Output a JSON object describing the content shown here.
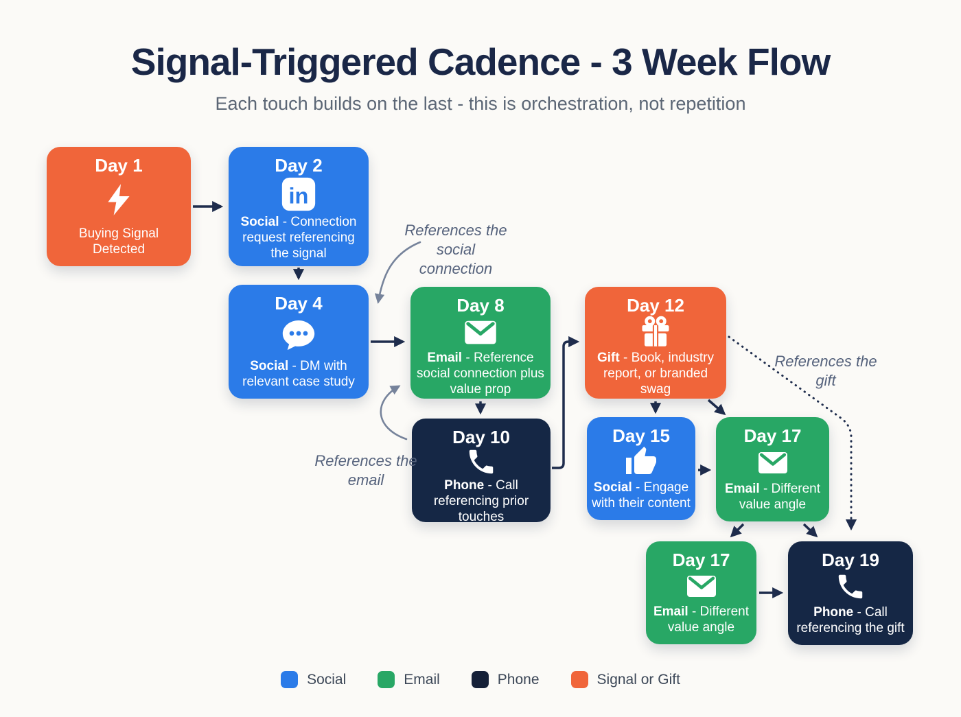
{
  "title": "Signal-Triggered Cadence - 3 Week Flow",
  "subtitle": "Each touch builds on the last - this is orchestration, not repetition",
  "colors": {
    "social": "#2b7be8",
    "email": "#28a765",
    "phone": "#152745",
    "signal_or_gift": "#f0653a",
    "arrow": "#1f2d4d",
    "annotation_text": "#55627c",
    "background": "#fbfaf7"
  },
  "nodes": [
    {
      "day": "Day 1",
      "icon": "bolt-icon",
      "channel": "",
      "desc": "Buying Signal Detected",
      "type": "signal"
    },
    {
      "day": "Day 2",
      "icon": "linkedin-icon",
      "channel": "Social",
      "desc": " - Connection request referencing the signal",
      "type": "social"
    },
    {
      "day": "Day 4",
      "icon": "chat-bubble-icon",
      "channel": "Social",
      "desc": " - DM with relevant case study",
      "type": "social"
    },
    {
      "day": "Day 8",
      "icon": "envelope-icon",
      "channel": "Email",
      "desc": " - Reference social connection plus value prop",
      "type": "email"
    },
    {
      "day": "Day 10",
      "icon": "phone-icon",
      "channel": "Phone",
      "desc": " - Call referencing prior touches",
      "type": "phone"
    },
    {
      "day": "Day 12",
      "icon": "gift-icon",
      "channel": "Gift",
      "desc": " - Book, industry report, or branded swag",
      "type": "signal"
    },
    {
      "day": "Day 15",
      "icon": "thumbs-up-icon",
      "channel": "Social",
      "desc": " - Engage with their content",
      "type": "social"
    },
    {
      "day": "Day 17",
      "icon": "envelope-icon",
      "channel": "Email",
      "desc": " - Different value angle",
      "type": "email"
    },
    {
      "day": "Day 17",
      "icon": "envelope-icon",
      "channel": "Email",
      "desc": " - Different value angle",
      "type": "email"
    },
    {
      "day": "Day 19",
      "icon": "phone-icon",
      "channel": "Phone",
      "desc": " - Call referencing the gift",
      "type": "phone"
    }
  ],
  "annotations": [
    {
      "text": "References the social connection"
    },
    {
      "text": "References the email"
    },
    {
      "text": "References the gift"
    }
  ],
  "legend": [
    {
      "label": "Social",
      "color": "#2b7be8"
    },
    {
      "label": "Email",
      "color": "#28a765"
    },
    {
      "label": "Phone",
      "color": "#152038"
    },
    {
      "label": "Signal or Gift",
      "color": "#f0653a"
    }
  ]
}
